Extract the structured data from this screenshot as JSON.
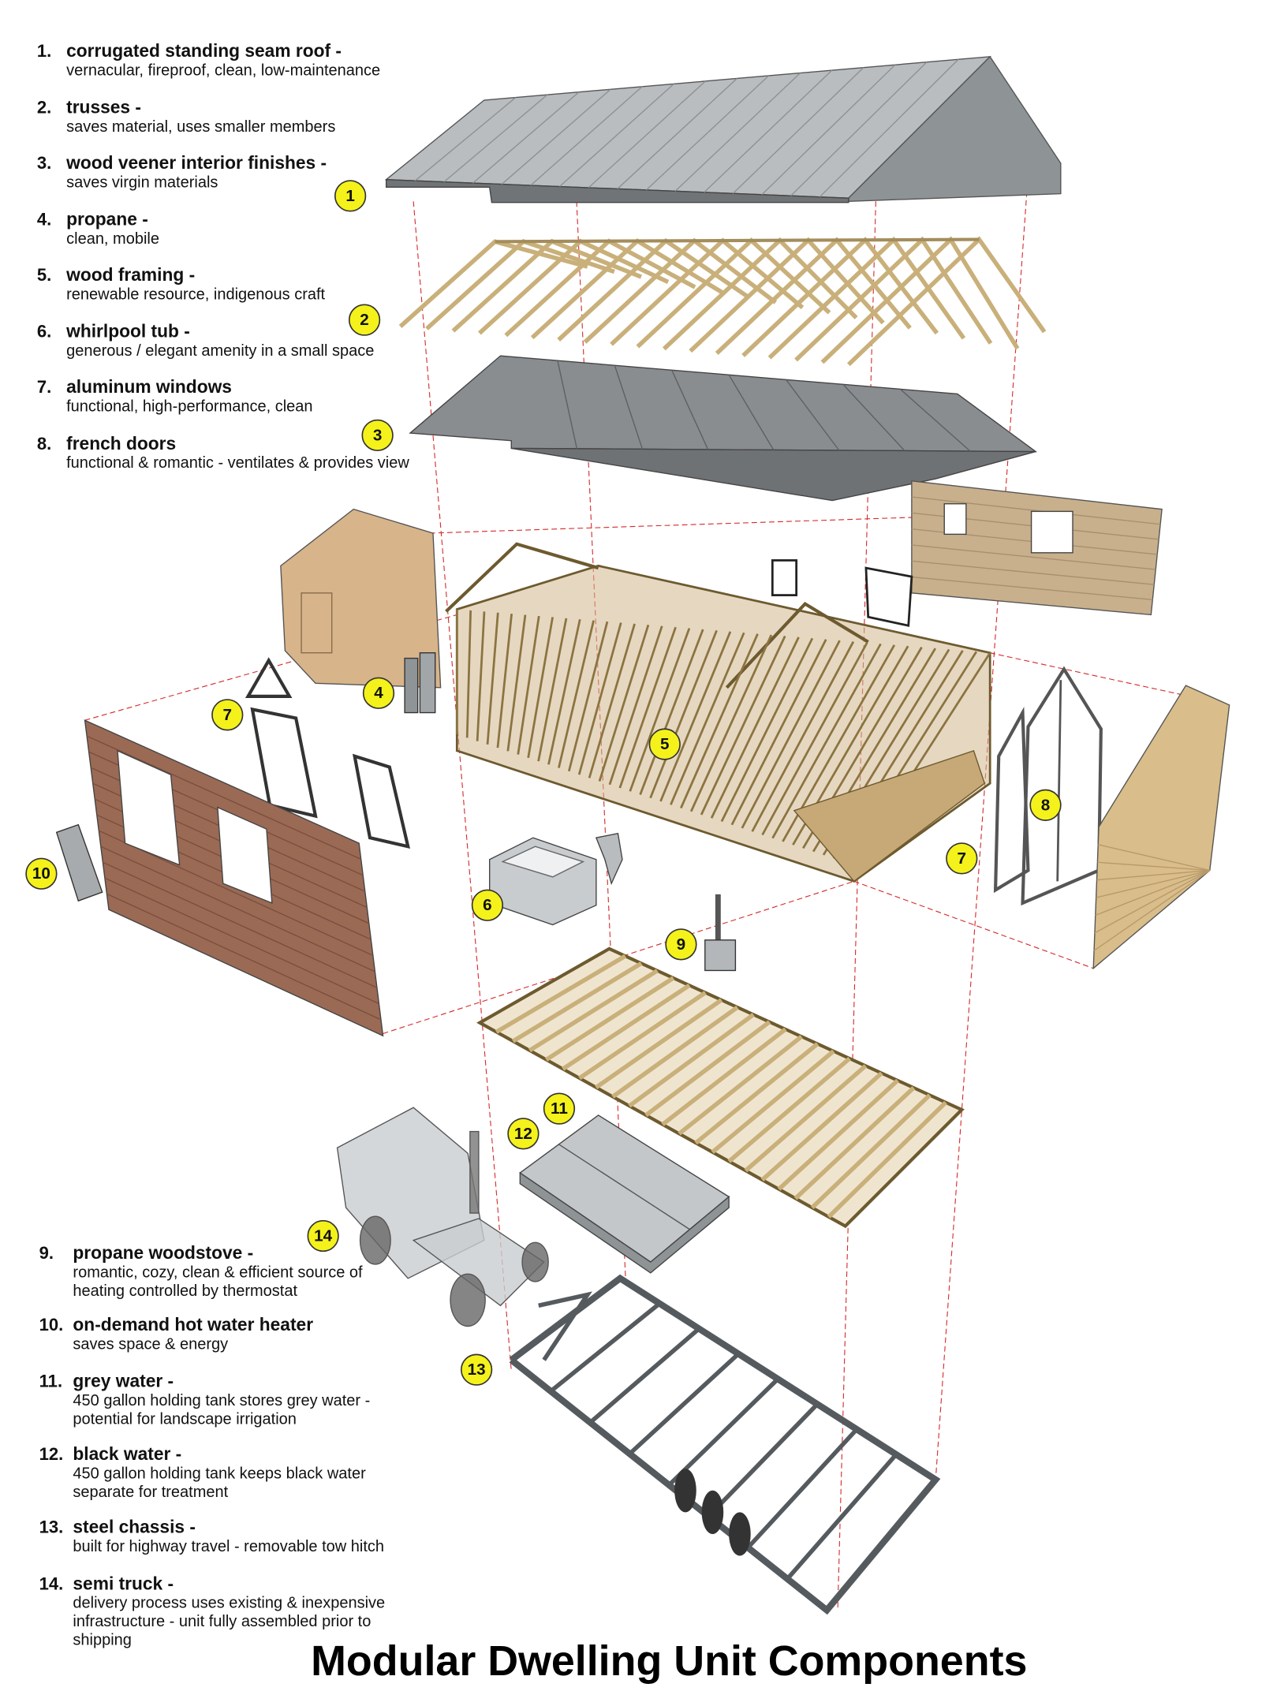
{
  "title": "Modular Dwelling Unit Components",
  "components": [
    {
      "num": "1.",
      "title": "corrugated standing seam roof -",
      "desc": [
        "vernacular, fireproof, clean, low-maintenance"
      ]
    },
    {
      "num": "2.",
      "title": "trusses -",
      "desc": [
        "saves material, uses smaller members"
      ]
    },
    {
      "num": "3.",
      "title": "wood veener interior finishes -",
      "desc": [
        "saves virgin materials"
      ]
    },
    {
      "num": "4.",
      "title": "propane -",
      "desc": [
        "clean, mobile"
      ]
    },
    {
      "num": "5.",
      "title": "wood framing -",
      "desc": [
        "renewable resource, indigenous craft"
      ]
    },
    {
      "num": "6.",
      "title": "whirlpool tub -",
      "desc": [
        "generous / elegant amenity in a small space"
      ]
    },
    {
      "num": "7.",
      "title": "aluminum windows",
      "desc": [
        "functional, high-performance, clean"
      ]
    },
    {
      "num": "8.",
      "title": "french doors",
      "desc": [
        "functional & romantic - ventilates & provides view"
      ]
    },
    {
      "num": "9.",
      "title": "propane woodstove -",
      "desc": [
        "romantic, cozy, clean & efficient source of",
        "heating controlled by thermostat"
      ]
    },
    {
      "num": "10.",
      "title": "on-demand hot water heater",
      "desc": [
        "saves space & energy"
      ]
    },
    {
      "num": "11.",
      "title": "grey water -",
      "desc": [
        "450 gallon holding tank stores grey water -",
        "potential for landscape irrigation"
      ]
    },
    {
      "num": "12.",
      "title": "black water -",
      "desc": [
        "450 gallon holding tank keeps black water",
        "separate for treatment"
      ]
    },
    {
      "num": "13.",
      "title": "steel chassis -",
      "desc": [
        "built for highway travel - removable tow hitch"
      ]
    },
    {
      "num": "14.",
      "title": "semi truck -",
      "desc": [
        "delivery process uses existing & inexpensive",
        "infrastructure - unit fully assembled prior to",
        "shipping"
      ]
    }
  ],
  "markers": [
    "1",
    "2",
    "3",
    "4",
    "5",
    "6",
    "7",
    "7",
    "8",
    "9",
    "10",
    "11",
    "12",
    "13",
    "14"
  ],
  "colors": {
    "marker": "#f4f21a",
    "guide": "#d42a2a",
    "wood": "#c9b07a",
    "roof": "#b9bdc0",
    "steel": "#555a5e",
    "siding": "#9a6a55"
  }
}
